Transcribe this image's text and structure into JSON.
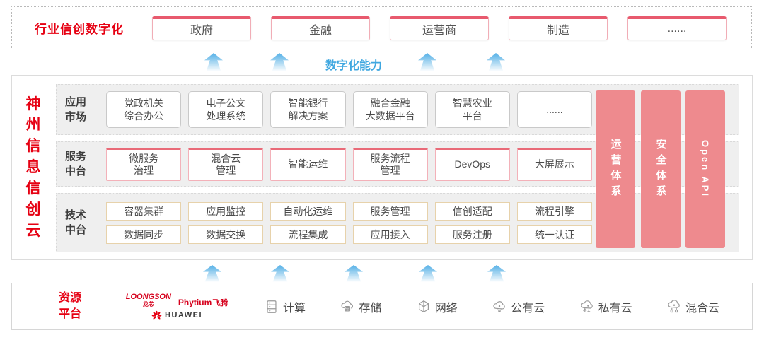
{
  "industry": {
    "title": "行业信创数字化",
    "sectors": [
      "政府",
      "金融",
      "运营商",
      "制造",
      "......"
    ]
  },
  "capability_label": "数字化能力",
  "platform": {
    "vertical_title": "神州信息信创云",
    "app_market": {
      "label": "应用\n市场",
      "boxes": [
        "党政机关\n综合办公",
        "电子公文\n处理系统",
        "智能银行\n解决方案",
        "融合金融\n大数据平台",
        "智慧农业\n平台",
        "......"
      ]
    },
    "service_platform": {
      "label": "服务\n中台",
      "boxes": [
        "微服务\n治理",
        "混合云\n管理",
        "智能运维",
        "服务流程\n管理",
        "DevOps",
        "大屏展示"
      ]
    },
    "tech_platform": {
      "label": "技术\n中台",
      "row1": [
        "容器集群",
        "应用监控",
        "自动化运维",
        "服务管理",
        "信创适配",
        "流程引擎"
      ],
      "row2": [
        "数据同步",
        "数据交换",
        "流程集成",
        "应用接入",
        "服务注册",
        "统一认证"
      ]
    },
    "pillars": [
      "运营体系",
      "安全体系",
      "Open API"
    ]
  },
  "resources": {
    "label": "资源\n平台",
    "vendors": {
      "loongson": "LOONGSON",
      "loongson_cn": "龙芯",
      "phytium": "Phytium",
      "phytium_cn": "飞腾",
      "huawei": "HUAWEI"
    },
    "items": [
      {
        "icon": "compute-icon",
        "label": "计算"
      },
      {
        "icon": "storage-icon",
        "label": "存储"
      },
      {
        "icon": "network-icon",
        "label": "网络"
      },
      {
        "icon": "public-cloud-icon",
        "label": "公有云"
      },
      {
        "icon": "private-cloud-icon",
        "label": "私有云"
      },
      {
        "icon": "hybrid-cloud-icon",
        "label": "混合云"
      }
    ]
  },
  "colors": {
    "brand_red": "#e60012",
    "pillar_pink": "#ee8a8e",
    "capability_blue": "#3fa7e0"
  }
}
